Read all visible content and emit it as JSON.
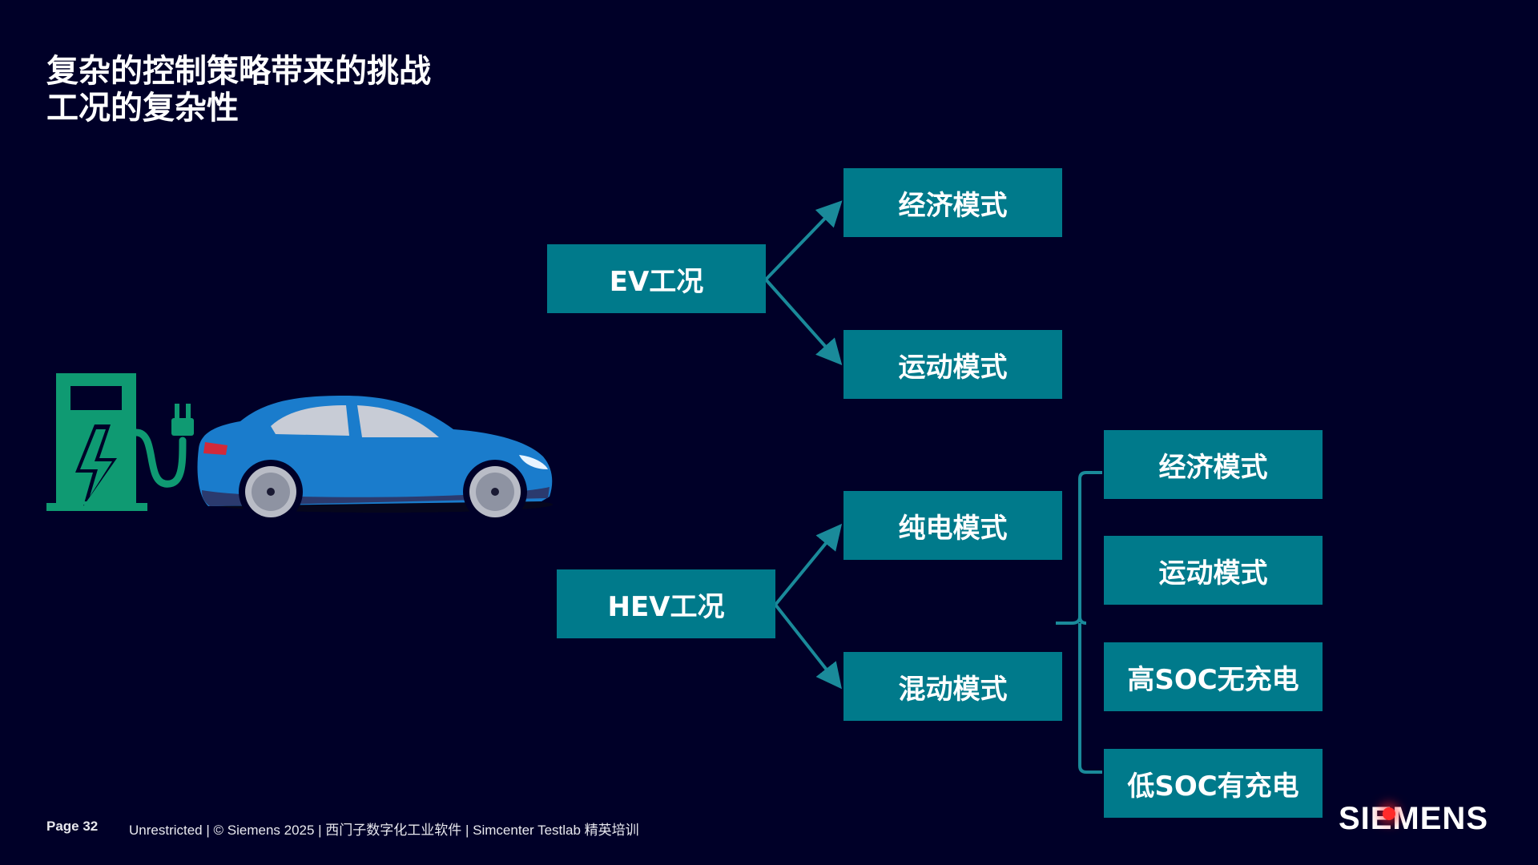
{
  "title": {
    "line1": "复杂的控制策略带来的挑战",
    "line2": "工况的复杂性"
  },
  "diagram": {
    "ev": {
      "label": "EV工况",
      "children": [
        "经济模式",
        "运动模式"
      ]
    },
    "hev": {
      "label": "HEV工况",
      "children": [
        "纯电模式",
        "混动模式"
      ],
      "sub_modes": [
        "经济模式",
        "运动模式",
        "高SOC无充电",
        "低SOC有充电"
      ]
    }
  },
  "colors": {
    "background": "#000028",
    "box": "#007a8b",
    "connector": "#1a8a9a",
    "car": "#1a7ccc",
    "charger": "#0f9a72"
  },
  "icons": [
    "charging-station-icon",
    "electric-car-icon"
  ],
  "footer": {
    "page": "Page 32",
    "text": "Unrestricted | © Siemens 2025 | 西门子数字化工业软件 | Simcenter Testlab 精英培训"
  },
  "logo": "SIEMENS"
}
